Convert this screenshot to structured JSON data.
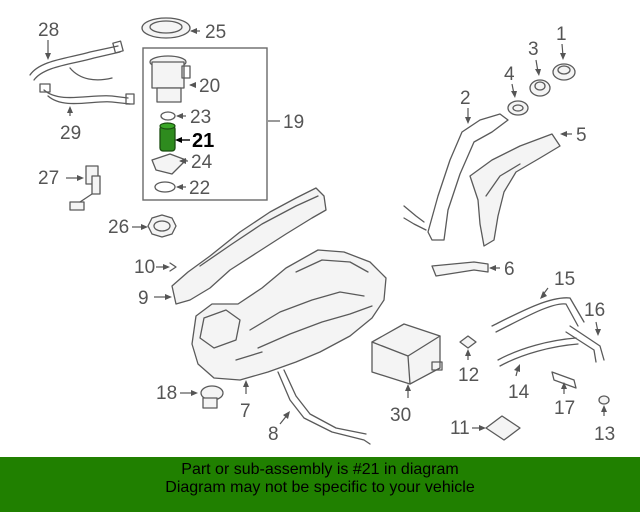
{
  "callouts": {
    "c1": "1",
    "c2": "2",
    "c3": "3",
    "c4": "4",
    "c5": "5",
    "c6": "6",
    "c7": "7",
    "c8": "8",
    "c9": "9",
    "c10": "10",
    "c11": "11",
    "c12": "12",
    "c13": "13",
    "c14": "14",
    "c15": "15",
    "c16": "16",
    "c17": "17",
    "c18": "18",
    "c19": "19",
    "c20": "20",
    "c21": "21",
    "c22": "22",
    "c23": "23",
    "c24": "24",
    "c25": "25",
    "c26": "26",
    "c27": "27",
    "c28": "28",
    "c29": "29",
    "c30": "30"
  },
  "highlight": {
    "part_number": "21",
    "color": "#2e8b1e"
  },
  "banner": {
    "line1": "Part or sub-assembly is #21 in diagram",
    "line2": "Diagram may not be specific to your vehicle",
    "background": "#208000"
  }
}
